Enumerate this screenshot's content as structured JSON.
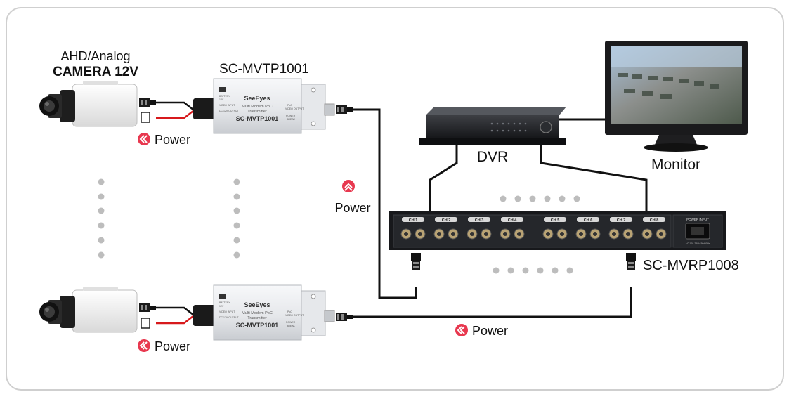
{
  "camera_label_line1": "AHD/Analog",
  "camera_label_line2": "CAMERA 12V",
  "transmitter_model": "SC-MVTP1001",
  "transmitter_brand": "SeeEyes",
  "transmitter_subtitle_1": "Multi Modem PoC",
  "transmitter_subtitle_2": "Transmitter",
  "transmitter_small_left_1": "BATTERY",
  "transmitter_small_left_2": "12V",
  "transmitter_small_left_3": "VIDEO INPUT",
  "transmitter_small_left_4": "DC 12V OUTPUT",
  "transmitter_small_right_1": "PoC",
  "transmitter_small_right_2": "VIDEO OUTPUT",
  "transmitter_small_right_3": "POWER",
  "transmitter_small_right_4": "BREAK",
  "receiver_model": "SC-MVRP1008",
  "receiver_channels": [
    "CH 1",
    "CH 2",
    "CH 3",
    "CH 4",
    "CH 5",
    "CH 6",
    "CH 7",
    "CH 8"
  ],
  "receiver_power_input": "POWER INPUT",
  "receiver_power_spec": "AC 100-240V 50/60Hz",
  "dvr_label": "DVR",
  "monitor_label": "Monitor",
  "power_label": "Power",
  "colors": {
    "power_badge": "#e8384f",
    "power_wire": "#d7191c",
    "cable": "#111111",
    "frame": "#cfcfcf",
    "device_silver": "#e9eaec",
    "dot_gray": "#bdbdbd"
  }
}
